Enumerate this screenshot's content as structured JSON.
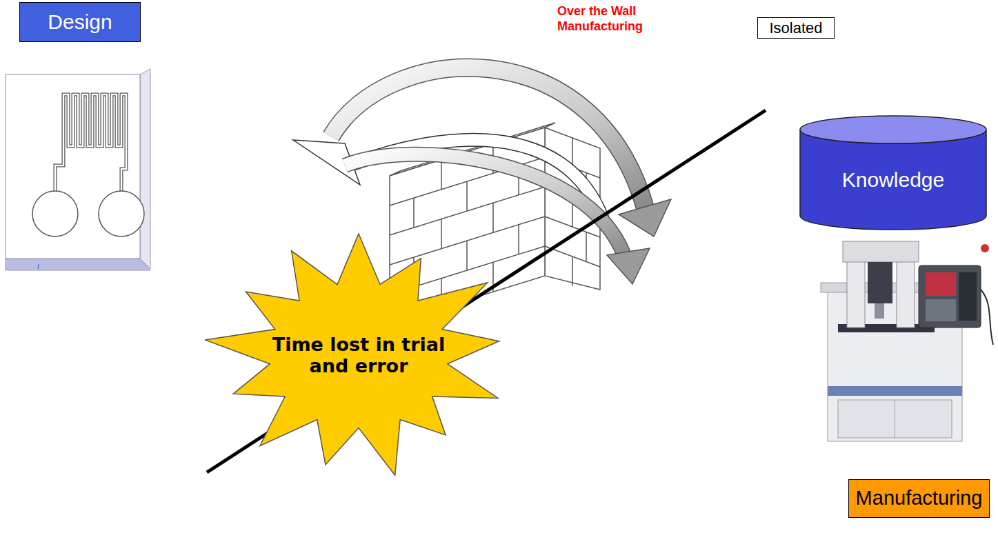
{
  "diagram": {
    "nodes": [
      {
        "text": [
          "Design"
        ]
      },
      {
        "text": [
          "Isolated"
        ]
      },
      {
        "text": [
          "Knowledge"
        ]
      },
      {
        "text": [
          "Time lost in trial and error"
        ]
      },
      {
        "text": [
          "Manufacturing"
        ]
      }
    ],
    "labels": [
      "Over the Wall Manufacturing"
    ]
  }
}
